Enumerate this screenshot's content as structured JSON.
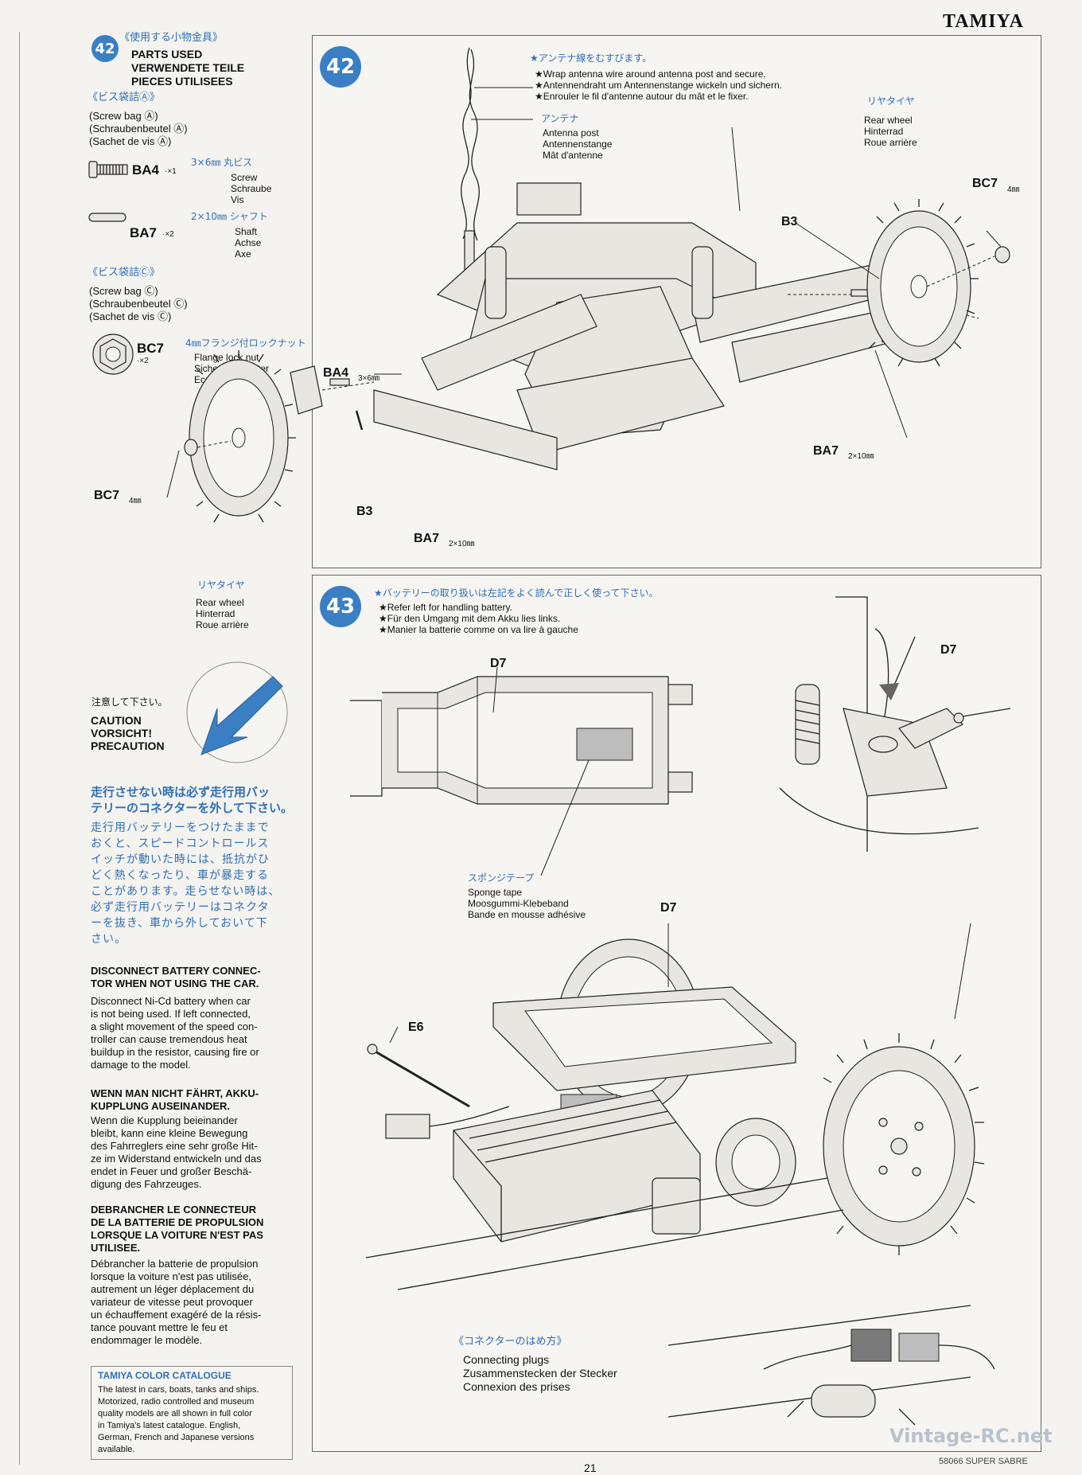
{
  "brand": "TAMIYA",
  "step42": {
    "number": "42",
    "parts_used_jp": "《使用する小物金具》",
    "parts_used": [
      "PARTS USED",
      "VERWENDETE TEILE",
      "PIECES UTILISEES"
    ],
    "bag_a_jp": "《ビス袋詰Ⓐ》",
    "bag_a": [
      "(Screw bag Ⓐ)",
      "(Schraubenbeutel Ⓐ)",
      "(Sachet de vis Ⓐ)"
    ],
    "ba4": {
      "code": "BA4",
      "qty": "·×1",
      "size_jp": "3×6㎜ 丸ビス",
      "names": [
        "Screw",
        "Schraube",
        "Vis"
      ]
    },
    "ba7": {
      "code": "BA7",
      "qty": "·×2",
      "size_jp": "2×10㎜ シャフト",
      "names": [
        "Shaft",
        "Achse",
        "Axe"
      ]
    },
    "bag_c_jp": "《ビス袋詰Ⓒ》",
    "bag_c": [
      "(Screw bag Ⓒ)",
      "(Schraubenbeutel Ⓒ)",
      "(Sachet de vis Ⓒ)"
    ],
    "bc7": {
      "code": "BC7",
      "qty": "·×2",
      "size_jp": "4㎜フランジ付ロックナット",
      "names": [
        "Flange lock nut",
        "Sicherungsmutter",
        "Ecrou nylstop"
      ]
    },
    "antenna_note_jp": "★アンテナ線をむすびます。",
    "antenna_note": [
      "★Wrap antenna wire around antenna post and secure.",
      "★Antennendraht um Antennenstange wickeln und sichern.",
      "★Enrouler le fil d'antenne autour du mât et le fixer."
    ],
    "antenna_jp": "アンテナ",
    "antenna": [
      "Antenna post",
      "Antennenstange",
      "Mât d'antenne"
    ],
    "rear_wheel_jp": "リヤタイヤ",
    "rear_wheel": [
      "Rear wheel",
      "Hinterrad",
      "Roue arrière"
    ],
    "labels": {
      "bc7": "BC7",
      "bc7_size": "4㎜",
      "b3": "B3",
      "ba4": "BA4",
      "ba4_size": "3×6㎜",
      "ba7": "BA7",
      "ba7_size": "2×10㎜"
    }
  },
  "caution": {
    "jp_title": "注意して下さい。",
    "title": [
      "CAUTION",
      "VORSICHT!",
      "PRECAUTION"
    ],
    "jp_heading": [
      "走行させない時は必ず走行用バッ",
      "テリーのコネクターを外して下さい。"
    ],
    "jp_body": [
      "走行用バッテリーをつけたままで",
      "おくと、スピードコントロールス",
      "イッチが動いた時には、抵抗がひ",
      "どく熱くなったり、車が暴走する",
      "ことがあります。走らせない時は、",
      "必ず走行用バッテリーはコネクタ",
      "ーを抜き、車から外しておいて下",
      "さい。"
    ],
    "en_heading": [
      "DISCONNECT BATTERY CONNEC-",
      "TOR WHEN NOT USING THE CAR."
    ],
    "en_body": [
      "Disconnect Ni-Cd battery when car",
      "is not being used. If left connected,",
      "a slight movement of the speed con-",
      "troller can cause tremendous heat",
      "buildup in the resistor, causing fire or",
      "damage to the model."
    ],
    "de_heading": [
      "WENN MAN NICHT FÄHRT, AKKU-",
      "KUPPLUNG AUSEINANDER."
    ],
    "de_body": [
      "Wenn die Kupplung beieinander",
      "bleibt, kann eine kleine Bewegung",
      "des Fahrreglers eine sehr große Hit-",
      "ze im Widerstand entwickeln und das",
      "endet in Feuer und großer Beschä-",
      "digung des Fahrzeuges."
    ],
    "fr_heading": [
      "DEBRANCHER LE CONNECTEUR",
      "DE LA BATTERIE DE PROPULSION",
      "LORSQUE LA VOITURE N'EST PAS",
      "UTILISEE."
    ],
    "fr_body": [
      "Débrancher la batterie de propulsion",
      "lorsque la voiture n'est pas utilisée,",
      "autrement un léger déplacement du",
      "variateur de vitesse peut provoquer",
      "un échauffement exagéré de la résis-",
      "tance pouvant mettre le feu et",
      "endommager le modèle."
    ]
  },
  "catalogue": {
    "title": "TAMIYA COLOR CATALOGUE",
    "body": [
      "The latest in cars, boats, tanks and ships.",
      "Motorized, radio controlled and museum",
      "quality models are all shown in full color",
      "in Tamiya's latest catalogue. English,",
      "German, French and Japanese versions",
      "available."
    ]
  },
  "step43": {
    "number": "43",
    "note_jp": "★バッテリーの取り扱いは左記をよく読んで正しく使って下さい。",
    "note": [
      "★Refer left for handling battery.",
      "★Für den Umgang mit dem Akku lies links.",
      "★Manier la batterie comme on va lire à gauche"
    ],
    "d7": "D7",
    "e6": "E6",
    "sponge_jp": "スポンジテープ",
    "sponge": [
      "Sponge tape",
      "Moosgummi-Klebeband",
      "Bande en mousse adhésive"
    ],
    "connect_jp": "《コネクターのはめ方》",
    "connect": [
      "Connecting plugs",
      "Zusammenstecken der Stecker",
      "Connexion des prises"
    ]
  },
  "footer": {
    "page": "21",
    "model": "58066 SUPER SABRE",
    "watermark": "Vintage-RC.net"
  }
}
